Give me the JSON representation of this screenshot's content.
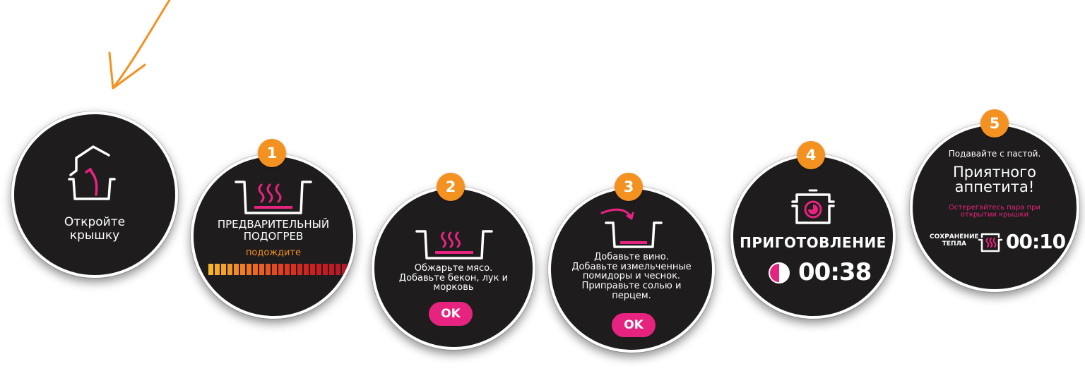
{
  "colors": {
    "accent_orange": "#f39121",
    "accent_pink": "#e6247f",
    "screen_bg": "#1e1c1d",
    "heat_bar": [
      "#f7b52b",
      "#f6aa29",
      "#f5a027",
      "#f39524",
      "#f28b22",
      "#f08020",
      "#ee751e",
      "#ec6a1d",
      "#ea601c",
      "#e7551c",
      "#e44b1c",
      "#e1411d",
      "#dd381e",
      "#d92f1f",
      "#d52920",
      "#d02421",
      "#cc2022",
      "#c81d23",
      "#c41b24",
      "#c01a25",
      "#bc1926",
      "#b81827"
    ]
  },
  "steps": {
    "open_lid": {
      "icon": "open-lid-icon",
      "line1": "Откройте",
      "line2": "крышку"
    },
    "preheat": {
      "badge": "1",
      "icon": "pot-heat-icon",
      "title_line1": "ПРЕДВАРИТЕЛЬНЫЙ",
      "title_line2": "ПОДОГРЕВ",
      "status": "подождите"
    },
    "fry": {
      "badge": "2",
      "icon": "pot-heat-icon",
      "line1": "Обжарьте мясо.",
      "line2": "Добавьте бекон, лук и",
      "line3": "морковь",
      "ok_label": "OK"
    },
    "add": {
      "badge": "3",
      "icon": "pot-add-icon",
      "line1": "Добавьте вино.",
      "line2": "Добавьте измельченные",
      "line3": "помидоры и чеснок.",
      "line4": "Приправьте солью и",
      "line5": "перцем.",
      "ok_label": "OK"
    },
    "cooking": {
      "badge": "4",
      "icon": "pot-timer-icon",
      "title": "ПРИГОТОВЛЕНИЕ",
      "timer": "00:38"
    },
    "serve": {
      "badge": "5",
      "line1": "Подавайте с пастой.",
      "title_line1": "Приятного",
      "title_line2": "аппетита!",
      "warn_line1": "Остерегайтесь пара при",
      "warn_line2": "открытии крышки",
      "keep_warm_line1": "СОХРАНЕНИЕ",
      "keep_warm_line2": "ТЕПЛА",
      "keep_warm_time": "00:10"
    }
  }
}
